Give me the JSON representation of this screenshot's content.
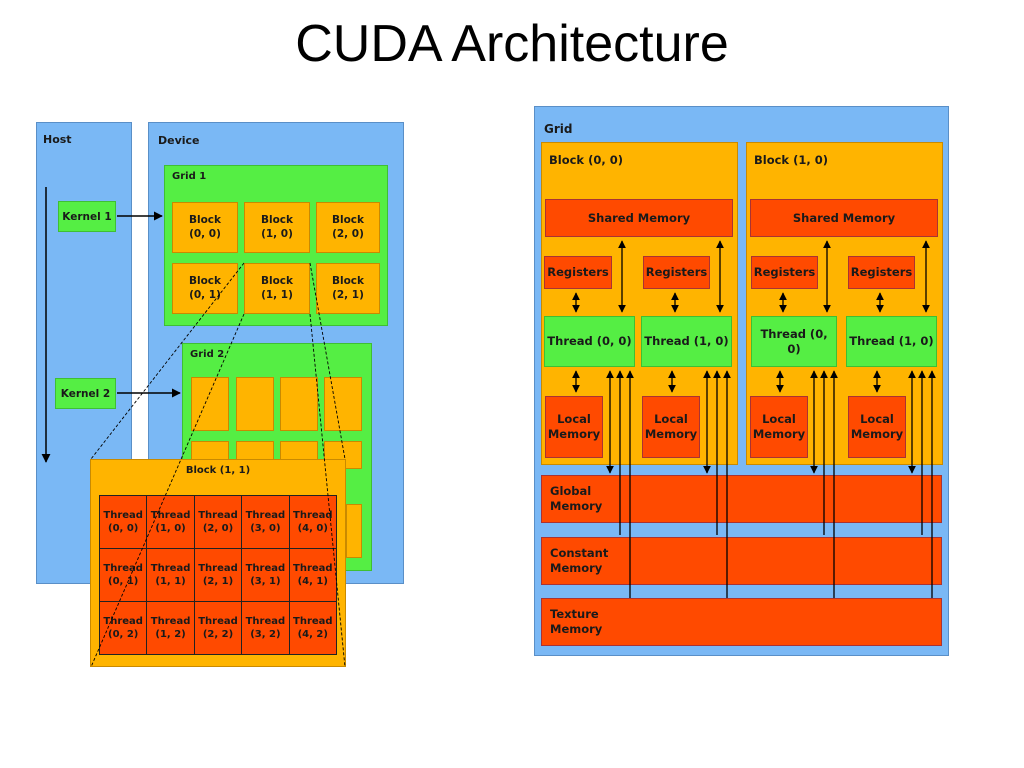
{
  "slide_title": "CUDA Architecture",
  "left_diagram": {
    "host_label": "Host",
    "device_label": "Device",
    "kernel1": "Kernel 1",
    "kernel2": "Kernel 2",
    "grid1_label": "Grid 1",
    "grid2_label": "Grid 2",
    "grid1_blocks": [
      "Block\n(0, 0)",
      "Block\n(1, 0)",
      "Block\n(2, 0)",
      "Block\n(0, 1)",
      "Block\n(1, 1)",
      "Block\n(2, 1)"
    ],
    "block_detail_label": "Block (1, 1)",
    "threads": [
      "Thread\n(0, 0)",
      "Thread\n(1, 0)",
      "Thread\n(2, 0)",
      "Thread\n(3, 0)",
      "Thread\n(4, 0)",
      "Thread\n(0, 1)",
      "Thread\n(1, 1)",
      "Thread\n(2, 1)",
      "Thread\n(3, 1)",
      "Thread\n(4, 1)",
      "Thread\n(0, 2)",
      "Thread\n(1, 2)",
      "Thread\n(2, 2)",
      "Thread\n(3, 2)",
      "Thread\n(4, 2)"
    ]
  },
  "right_diagram": {
    "grid_label": "Grid",
    "blocks": [
      {
        "label": "Block (0, 0)",
        "shared": "Shared Memory",
        "registers": [
          "Registers",
          "Registers"
        ],
        "threads": [
          "Thread (0, 0)",
          "Thread (1, 0)"
        ],
        "local": [
          "Local\nMemory",
          "Local\nMemory"
        ]
      },
      {
        "label": "Block (1, 0)",
        "shared": "Shared Memory",
        "registers": [
          "Registers",
          "Registers"
        ],
        "threads": [
          "Thread (0, 0)",
          "Thread (1, 0)"
        ],
        "local": [
          "Local\nMemory",
          "Local\nMemory"
        ]
      }
    ],
    "global_memory": "Global\nMemory",
    "constant_memory": "Constant\nMemory",
    "texture_memory": "Texture\nMemory"
  },
  "colors": {
    "panel_blue": "#7ab8f5",
    "grid_green": "#55ee44",
    "block_orange": "#ffb400",
    "memory_red": "#ff4a00"
  }
}
